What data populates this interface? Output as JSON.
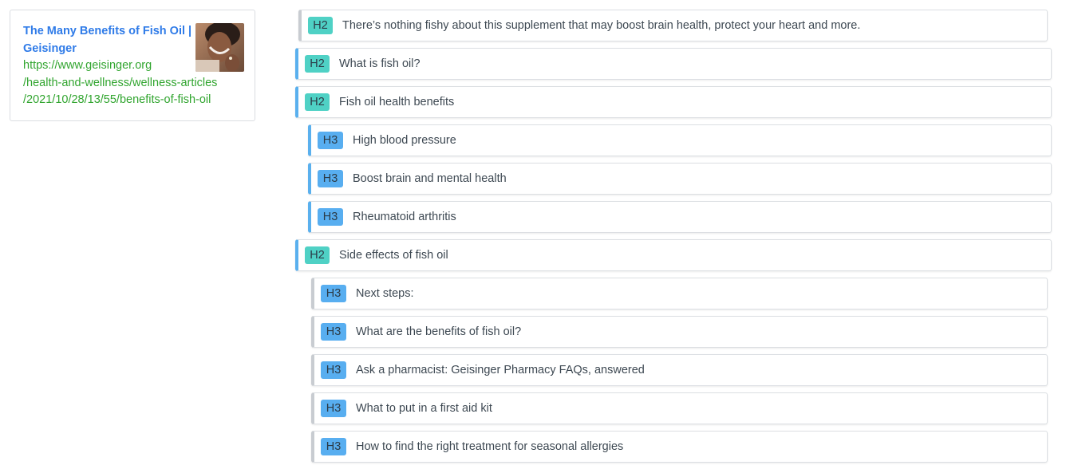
{
  "result": {
    "title_line1": "The Many Benefits of Fish Oil |",
    "title_line2": "Geisinger",
    "url_lines": [
      "https://www.geisinger.org",
      "/health-and-wellness/wellness-articles",
      "/2021/10/28/13/55/benefits-of-fish-oil"
    ],
    "thumbnail": "woman-taking-supplement-photo"
  },
  "outline": [
    {
      "tag": "H2",
      "text": "There’s nothing fishy about this supplement that may boost brain health, protect your heart and more."
    },
    {
      "tag": "H2",
      "text": "What is fish oil?"
    },
    {
      "tag": "H2",
      "text": "Fish oil health benefits"
    },
    {
      "tag": "H3",
      "text": "High blood pressure"
    },
    {
      "tag": "H3",
      "text": "Boost brain and mental health"
    },
    {
      "tag": "H3",
      "text": "Rheumatoid arthritis"
    },
    {
      "tag": "H2",
      "text": "Side effects of fish oil"
    },
    {
      "tag": "H3",
      "text": "Next steps:"
    },
    {
      "tag": "H3",
      "text": "What are the benefits of fish oil?"
    },
    {
      "tag": "H3",
      "text": "Ask a pharmacist: Geisinger Pharmacy FAQs, answered"
    },
    {
      "tag": "H3",
      "text": "What to put in a first aid kit"
    },
    {
      "tag": "H3",
      "text": "How to find the right treatment for seasonal allergies"
    }
  ],
  "colors": {
    "link": "#2f7be8",
    "url": "#31a52f",
    "h2_tag": "#4fd1c5",
    "h3_tag": "#58aef0",
    "row_accent": "#5ab0ee"
  }
}
